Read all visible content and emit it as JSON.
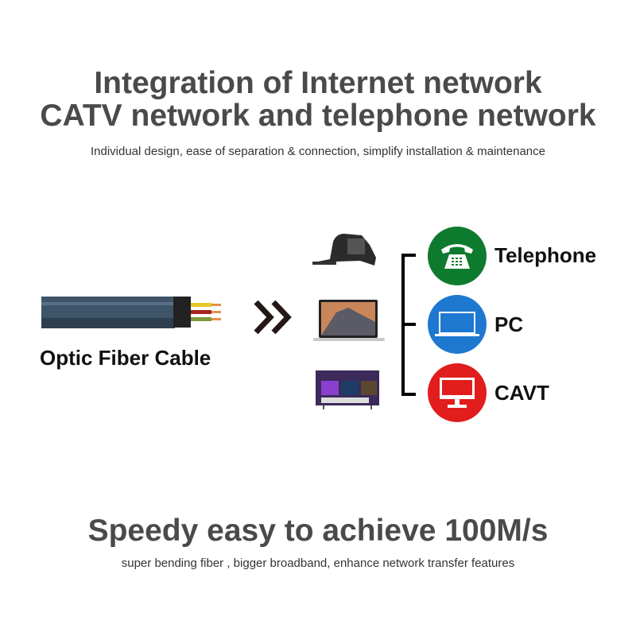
{
  "header": {
    "title_line1": "Integration of Internet network",
    "title_line2": "CATV network and telephone network",
    "subtitle": "Individual design, ease of separation & connection, simplify installation & maintenance"
  },
  "diagram": {
    "cable_label": "Optic Fiber Cable",
    "outputs": [
      {
        "label": "Telephone",
        "icon": "telephone-icon",
        "color": "#0e7a2e"
      },
      {
        "label": "PC",
        "icon": "laptop-icon",
        "color": "#1e78d0"
      },
      {
        "label": "CAVT",
        "icon": "monitor-icon",
        "color": "#e11d1d"
      }
    ]
  },
  "footer": {
    "title": "Speedy easy to achieve 100M/s",
    "subtitle": "super bending fiber , bigger broadband, enhance network transfer features"
  }
}
